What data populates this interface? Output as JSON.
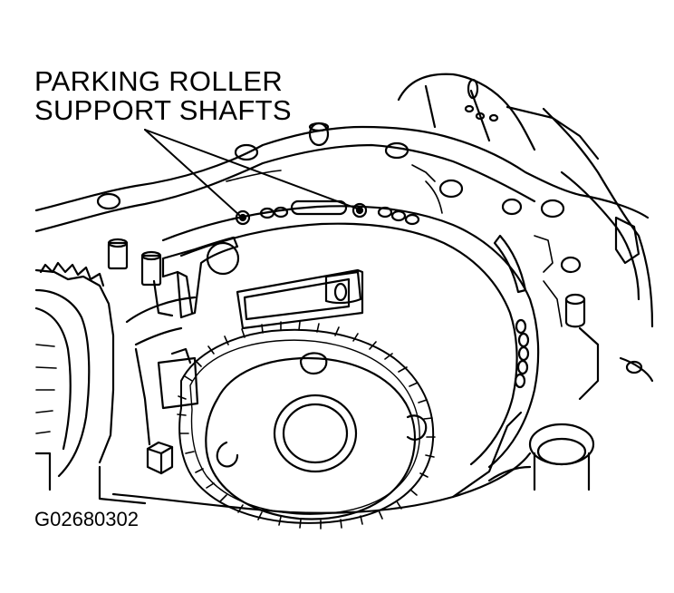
{
  "callout": {
    "line1": "PARKING ROLLER",
    "line2": "SUPPORT SHAFTS"
  },
  "figure_code": "G02680302",
  "colors": {
    "ink": "#000000",
    "background": "#ffffff"
  }
}
